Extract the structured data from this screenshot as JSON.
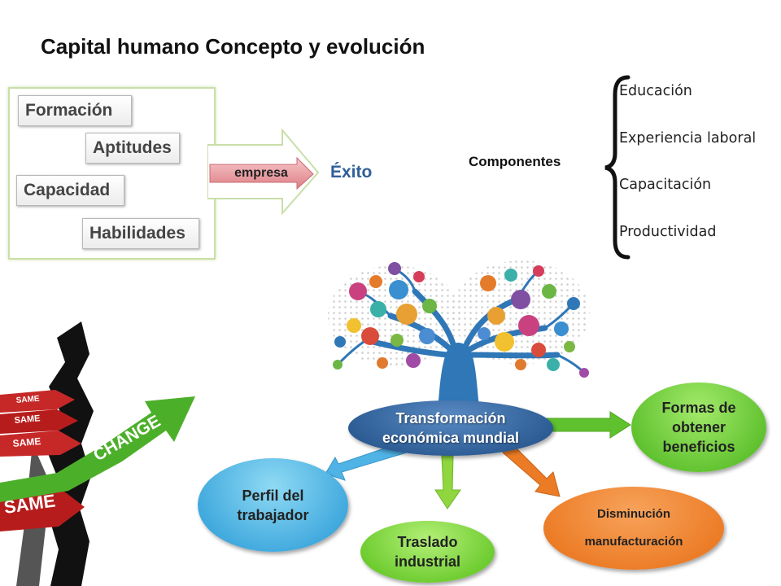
{
  "title": "Capital humano Concepto y evolución",
  "left_box": {
    "items": [
      "Formación",
      "Aptitudes",
      "Capacidad",
      "Habilidades"
    ]
  },
  "arrow": {
    "label": "empresa"
  },
  "result": "Éxito",
  "components": {
    "label": "Componentes",
    "items": [
      "Educación",
      "Experiencia laboral",
      "Capacitación",
      "Productividad"
    ]
  },
  "mindmap": {
    "center": [
      "Transformación",
      "económica mundial"
    ],
    "formas": [
      "Formas de",
      "obtener",
      "beneficios"
    ],
    "perfil": [
      "Perfil del",
      "trabajador"
    ],
    "traslado": [
      "Traslado",
      "industrial"
    ],
    "disminucion": [
      "Disminución",
      "manufacturación"
    ]
  },
  "illustration": {
    "same_labels": [
      "SAME",
      "SAME",
      "SAME",
      "SAME"
    ],
    "change_label": "CHANGE"
  },
  "colors": {
    "title": "#111111",
    "exito": "#2e5f99",
    "center_node": "#2c5b93",
    "formas_node": "#5fc12e",
    "perfil_node": "#3fa8dd",
    "traslado_node": "#6ccb2e",
    "disminucion_node": "#ec7b25",
    "change_arrow": "#4caf2a",
    "same_arrow": "#c62828"
  }
}
